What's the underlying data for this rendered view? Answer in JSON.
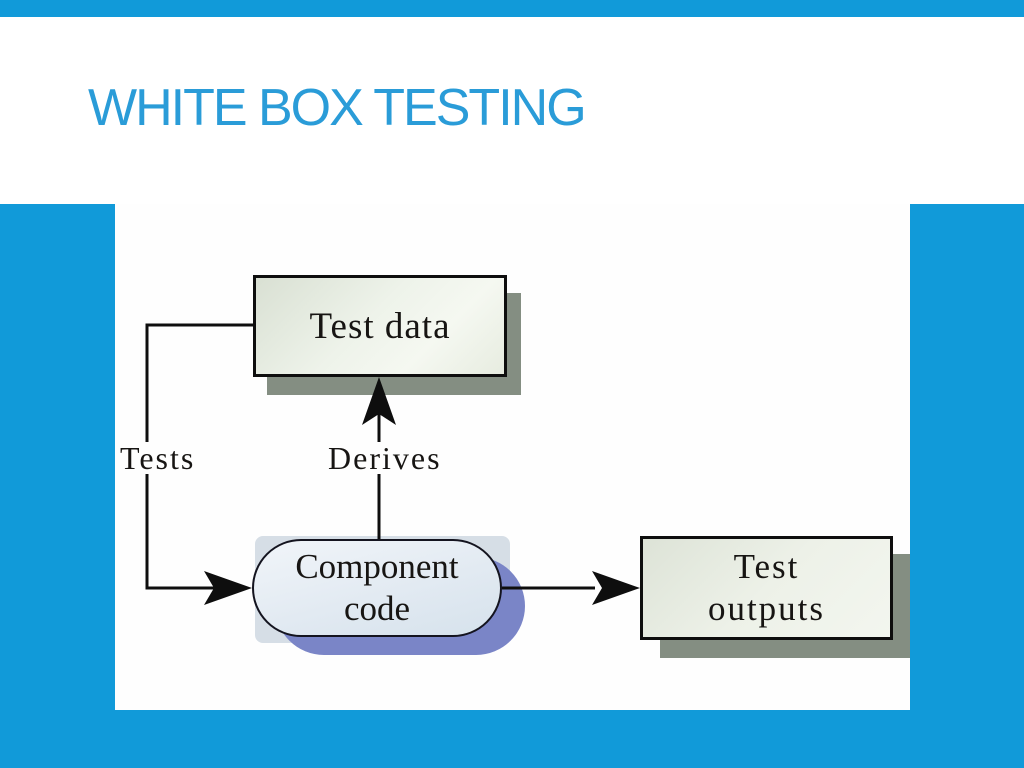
{
  "slide": {
    "title": "WHITE BOX TESTING"
  },
  "colors": {
    "frame-blue": "#119ad9",
    "title-blue": "#2a9cd8",
    "box-border": "#0e0e0e",
    "box-shadow-gray": "#848e82",
    "pill-shadow-purple": "#7a85c7",
    "label-ink": "#171513"
  },
  "diagram": {
    "nodes": {
      "test_data": {
        "label": "Test data"
      },
      "component_code": {
        "line1": "Component",
        "line2": "code"
      },
      "test_outputs": {
        "line1": "Test",
        "line2": "outputs"
      }
    },
    "edges": {
      "tests": {
        "label": "Tests"
      },
      "derives": {
        "label": "Derives"
      }
    }
  }
}
